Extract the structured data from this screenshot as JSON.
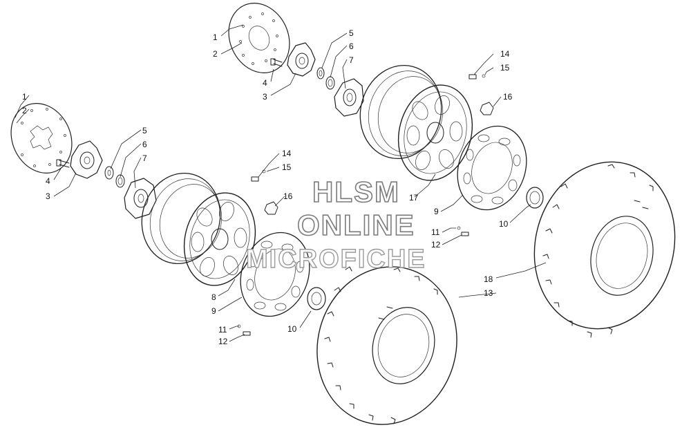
{
  "watermark": {
    "line1": "HLSM",
    "line2": "ONLINE",
    "line3": "MICROFICHE"
  },
  "callouts": [
    {
      "id": "c1a",
      "label": "1"
    },
    {
      "id": "c2a",
      "label": "2"
    },
    {
      "id": "c4a",
      "label": "4"
    },
    {
      "id": "c3a",
      "label": "3"
    },
    {
      "id": "c5a",
      "label": "5"
    },
    {
      "id": "c6a",
      "label": "6"
    },
    {
      "id": "c7a",
      "label": "7"
    },
    {
      "id": "c14a",
      "label": "14"
    },
    {
      "id": "c15a",
      "label": "15"
    },
    {
      "id": "c16a",
      "label": "16"
    },
    {
      "id": "c17a",
      "label": "17"
    },
    {
      "id": "c9a",
      "label": "9"
    },
    {
      "id": "c10a",
      "label": "10"
    },
    {
      "id": "c11a",
      "label": "11"
    },
    {
      "id": "c12a",
      "label": "12"
    },
    {
      "id": "c1b",
      "label": "1"
    },
    {
      "id": "c2b",
      "label": "2"
    },
    {
      "id": "c4b",
      "label": "4"
    },
    {
      "id": "c3b",
      "label": "3"
    },
    {
      "id": "c5b",
      "label": "5"
    },
    {
      "id": "c6b",
      "label": "6"
    },
    {
      "id": "c7b",
      "label": "7"
    },
    {
      "id": "c14b",
      "label": "14"
    },
    {
      "id": "c15b",
      "label": "15"
    },
    {
      "id": "c16b",
      "label": "16"
    },
    {
      "id": "c8b",
      "label": "8"
    },
    {
      "id": "c9b",
      "label": "9"
    },
    {
      "id": "c10b",
      "label": "10"
    },
    {
      "id": "c11b",
      "label": "11"
    },
    {
      "id": "c12b",
      "label": "12"
    },
    {
      "id": "c18",
      "label": "18"
    },
    {
      "id": "c13",
      "label": "13"
    }
  ]
}
